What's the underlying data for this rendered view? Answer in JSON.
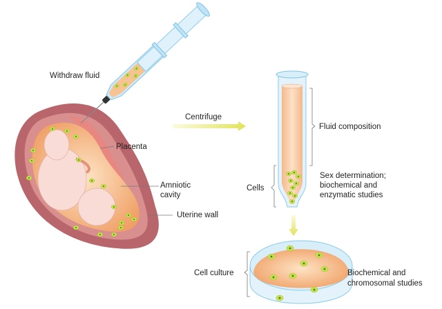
{
  "labels": {
    "withdraw_fluid": "Withdraw fluid",
    "centrifuge": "Centrifuge",
    "placenta": "Placenta",
    "amniotic_line1": "Amniotic",
    "amniotic_line2": "cavity",
    "uterine_wall": "Uterine wall",
    "fluid_composition": "Fluid composition",
    "cells": "Cells",
    "sex_line1": "Sex determination;",
    "sex_line2": "biochemical and",
    "sex_line3": "enzymatic studies",
    "cell_culture": "Cell culture",
    "bio_line1": "Biochemical and",
    "bio_line2": "chromosomal studies"
  },
  "colors": {
    "uterus": "#b8666b",
    "placenta": "#e8877f",
    "fluid": "#f2b27a",
    "fetus": "#f9dcd6",
    "cell": "#c8e04a",
    "glass": "#bfe3f5",
    "arrow": "#e9ea8a"
  }
}
